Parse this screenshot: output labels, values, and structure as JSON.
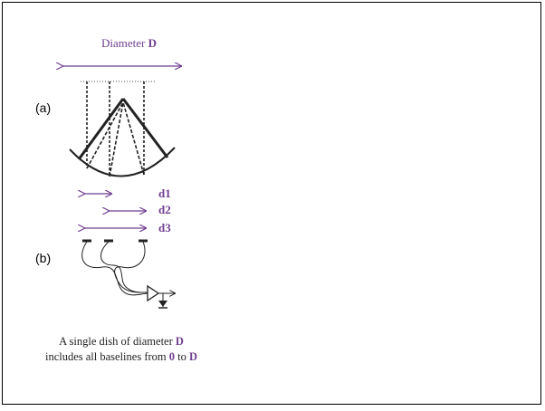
{
  "labels": {
    "diameter_prefix": "Diameter ",
    "diameter_symbol": "D",
    "panel_a": "(a)",
    "panel_b": "(b)",
    "d1": "d1",
    "d2": "d2",
    "d3": "d3"
  },
  "caption": {
    "line1_prefix": "A single dish of diameter ",
    "line1_symbol": "D",
    "line2_prefix": "includes all baselines from ",
    "line2_zero": "0",
    "line2_middle": " to ",
    "line2_symbol": "D"
  },
  "colors": {
    "accent": "#6f3f91",
    "lines": "#222222"
  }
}
